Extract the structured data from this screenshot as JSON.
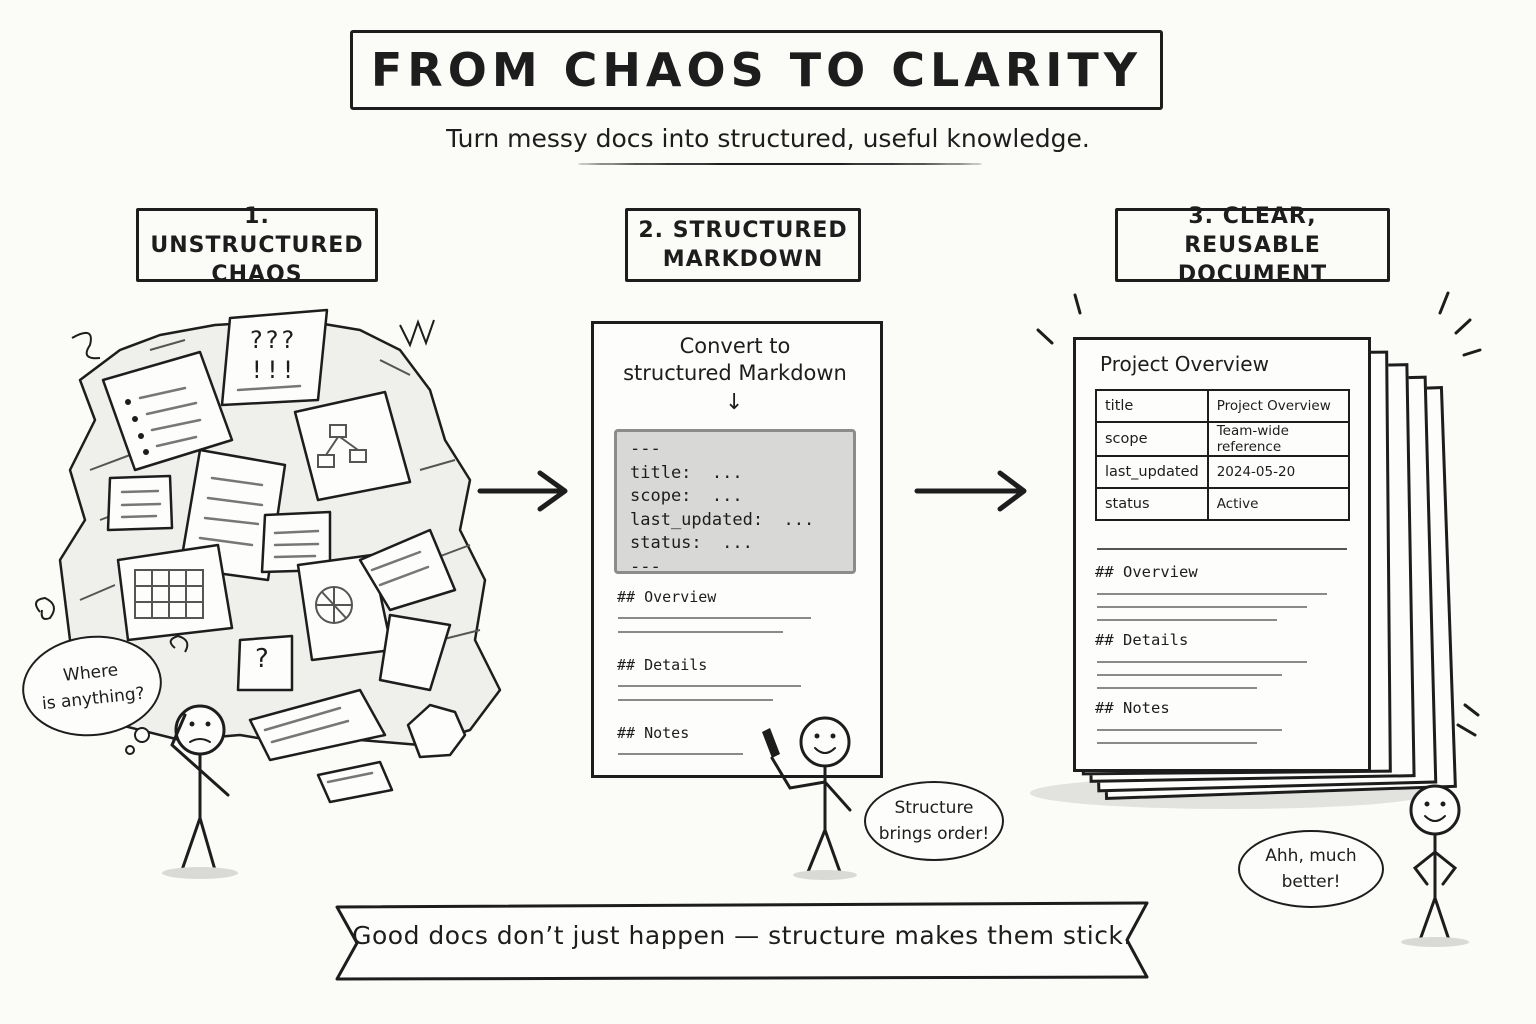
{
  "title": "FROM CHAOS TO CLARITY",
  "subtitle": "Turn messy docs into structured, useful knowledge.",
  "steps": [
    {
      "label_line1": "1. UNSTRUCTURED",
      "label_line2": "CHAOS"
    },
    {
      "label_line1": "2. STRUCTURED",
      "label_line2": "MARKDOWN"
    },
    {
      "label_line1": "3. CLEAR, REUSABLE",
      "label_line2": "DOCUMENT"
    }
  ],
  "chaos": {
    "note_marks_1": "???",
    "note_marks_2": "!!!",
    "note_question": "?",
    "thought_line1": "Where",
    "thought_line2": "is anything?"
  },
  "markdown": {
    "heading_line1": "Convert to",
    "heading_line2": "structured Markdown",
    "down_arrow": "↓",
    "frontmatter": [
      "---",
      "title:  ...",
      "scope:  ...",
      "last_updated:  ...",
      "status:  ...",
      "---"
    ],
    "sections": [
      "## Overview",
      "## Details",
      "## Notes"
    ],
    "bubble_line1": "Structure",
    "bubble_line2": "brings order!"
  },
  "document": {
    "title": "Project Overview",
    "fields": [
      {
        "key": "title",
        "value": "Project Overview"
      },
      {
        "key": "scope",
        "value": "Team-wide reference"
      },
      {
        "key": "last_updated",
        "value": "2024-05-20"
      },
      {
        "key": "status",
        "value": "Active"
      }
    ],
    "sections": [
      "## Overview",
      "## Details",
      "## Notes"
    ],
    "bubble_line1": "Ahh, much",
    "bubble_line2": "better!"
  },
  "banner": "Good docs don’t just happen — structure makes them stick."
}
